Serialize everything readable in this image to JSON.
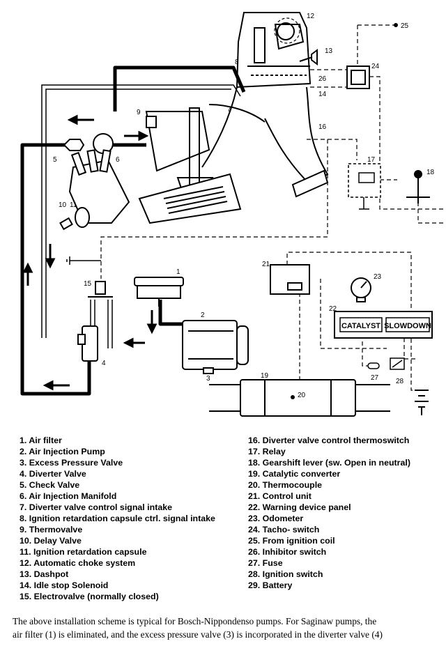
{
  "diagram": {
    "callouts": [
      "1",
      "2",
      "3",
      "4",
      "5",
      "6",
      "7",
      "8",
      "9",
      "10",
      "11",
      "12",
      "13",
      "14",
      "15",
      "16",
      "17",
      "18",
      "19",
      "20",
      "21",
      "22",
      "23",
      "24",
      "25",
      "26",
      "27",
      "28"
    ],
    "warning_panel": {
      "left_box": "CATALYST",
      "right_box": "SLOWDOWN"
    },
    "colors": {
      "ink": "#000000",
      "background": "#ffffff"
    }
  },
  "legend": {
    "left_column": [
      "1. Air filter",
      "2. Air Injection Pump",
      "3. Excess Pressure Valve",
      "4. Diverter Valve",
      "5. Check Valve",
      "6. Air Injection Manifold",
      "7. Diverter valve control signal intake",
      "8. Ignition retardation capsule ctrl. signal intake",
      "9. Thermovalve",
      "10. Delay Valve",
      "11. Ignition retardation capsule",
      "12. Automatic choke system",
      "13. Dashpot",
      "14. Idle stop Solenoid",
      "15. Electrovalve (normally closed)"
    ],
    "right_column": [
      "16. Diverter valve control thermoswitch",
      "17. Relay",
      "18. Gearshift lever (sw. Open in neutral)",
      "19. Catalytic converter",
      "20. Thermocouple",
      "21. Control unit",
      "22. Warning device panel",
      "23. Odometer",
      "24. Tacho- switch",
      "25. From ignition coil",
      "26. Inhibitor switch",
      "27. Fuse",
      "28. Ignition switch",
      "29. Battery"
    ]
  },
  "note": {
    "line1": "The above installation scheme is typical for Bosch-Nippondenso pumps.  For Saginaw pumps, the",
    "line2": "air filter (1) is eliminated, and the excess pressure valve (3) is incorporated in the diverter valve (4)"
  }
}
